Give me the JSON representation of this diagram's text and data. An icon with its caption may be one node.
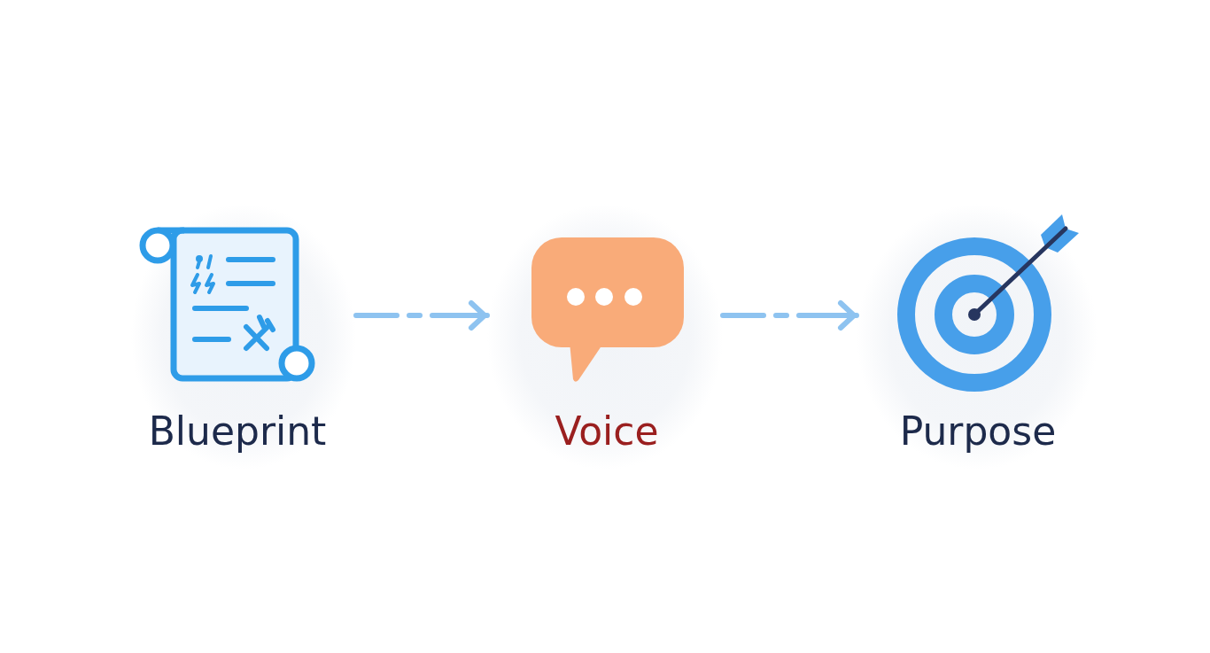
{
  "diagram": {
    "nodes": [
      {
        "text": [
          "Blueprint"
        ]
      },
      {
        "text": [
          "Voice"
        ]
      },
      {
        "text": [
          "Purpose"
        ]
      }
    ],
    "edges": [
      {
        "from": 0,
        "to": 1,
        "arrow": "to",
        "style": "dashed"
      },
      {
        "from": 1,
        "to": 2,
        "arrow": "to",
        "style": "dashed"
      }
    ]
  }
}
